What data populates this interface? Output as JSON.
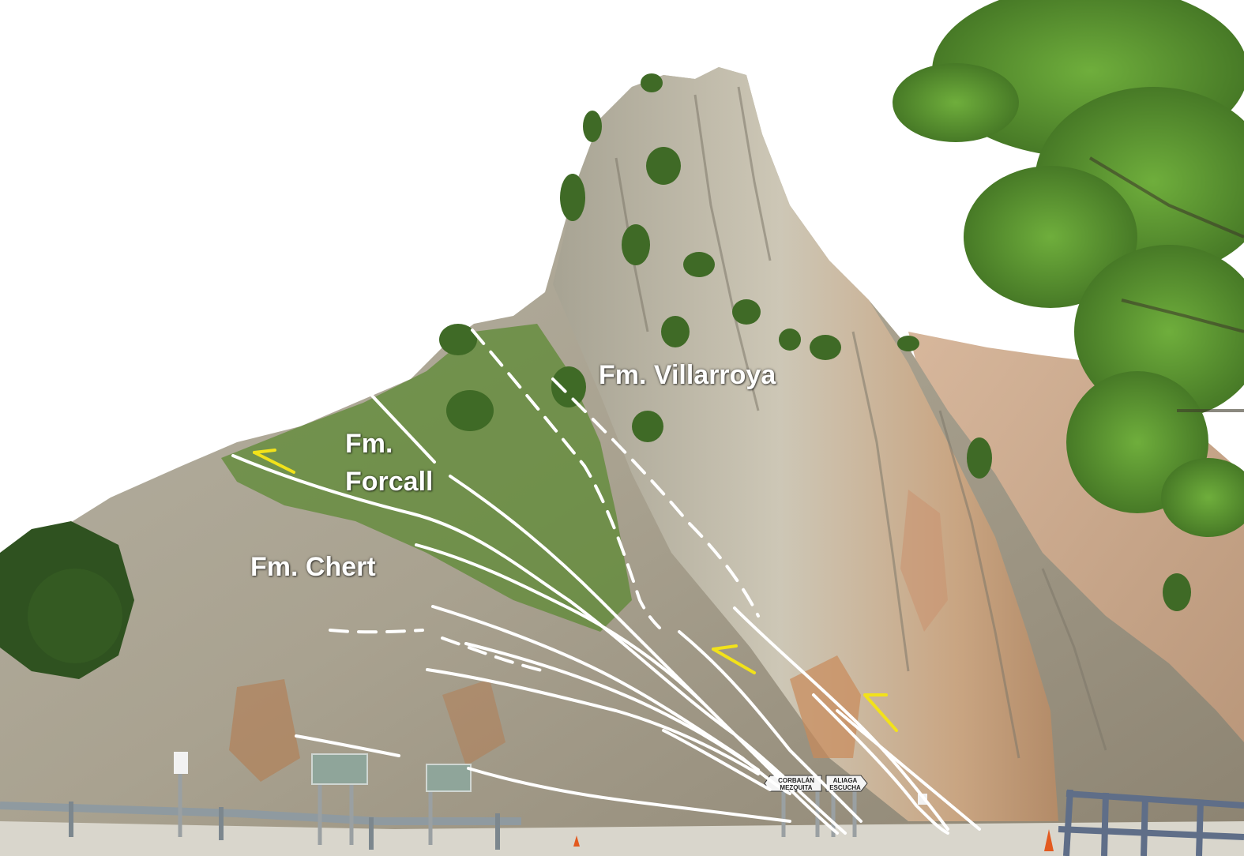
{
  "labels": {
    "villarroya": "Fm. Villarroya",
    "forcall_line1": "Fm.",
    "forcall_line2": "Forcall",
    "chert": "Fm. Chert"
  },
  "signs": {
    "left": "CORBALÁN\nMEZQUITA",
    "right": "ALIAGA\nESCUCHA"
  },
  "colors": {
    "sky": "#ffffff",
    "rock_light": "#c9c3b2",
    "rock_dark": "#8a8474",
    "rock_orange": "#c98a5a",
    "vegetation": "#4f7a2e",
    "tree": "#5f9a34",
    "contact_lines": "#ffffff",
    "shear_arrows": "#f2e21a"
  },
  "icons": {
    "shear_sense": "half-arrow-icon",
    "road_sign": "road-sign-icon",
    "guardrail": "guardrail-icon"
  }
}
